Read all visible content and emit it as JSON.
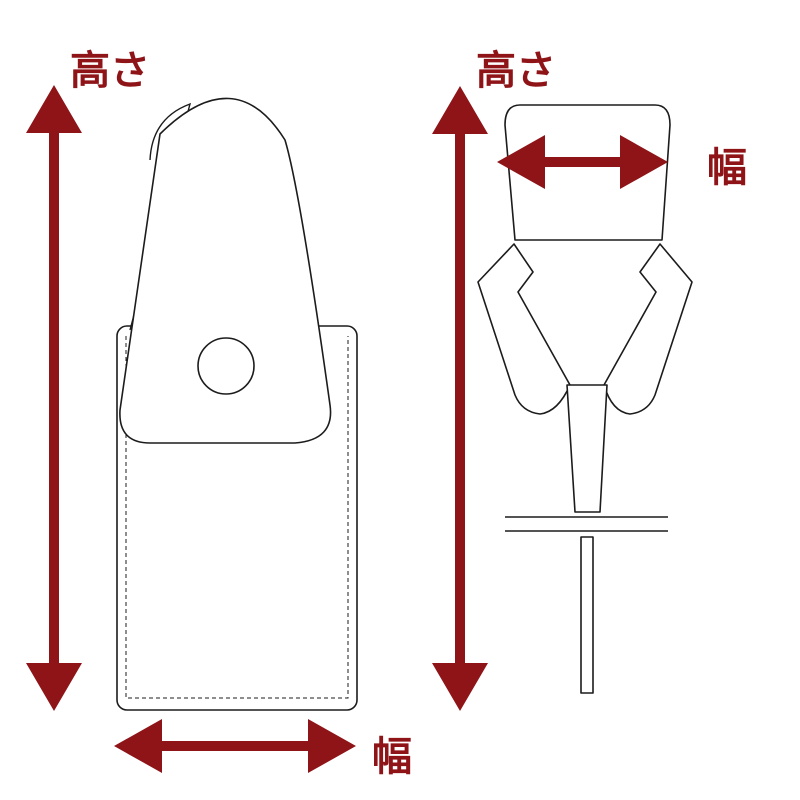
{
  "labels": {
    "height_left": "高さ",
    "height_right": "高さ",
    "width_bottom": "幅",
    "width_right": "幅"
  },
  "colors": {
    "arrow": "#8e1418",
    "outline": "#1c1c1c"
  }
}
